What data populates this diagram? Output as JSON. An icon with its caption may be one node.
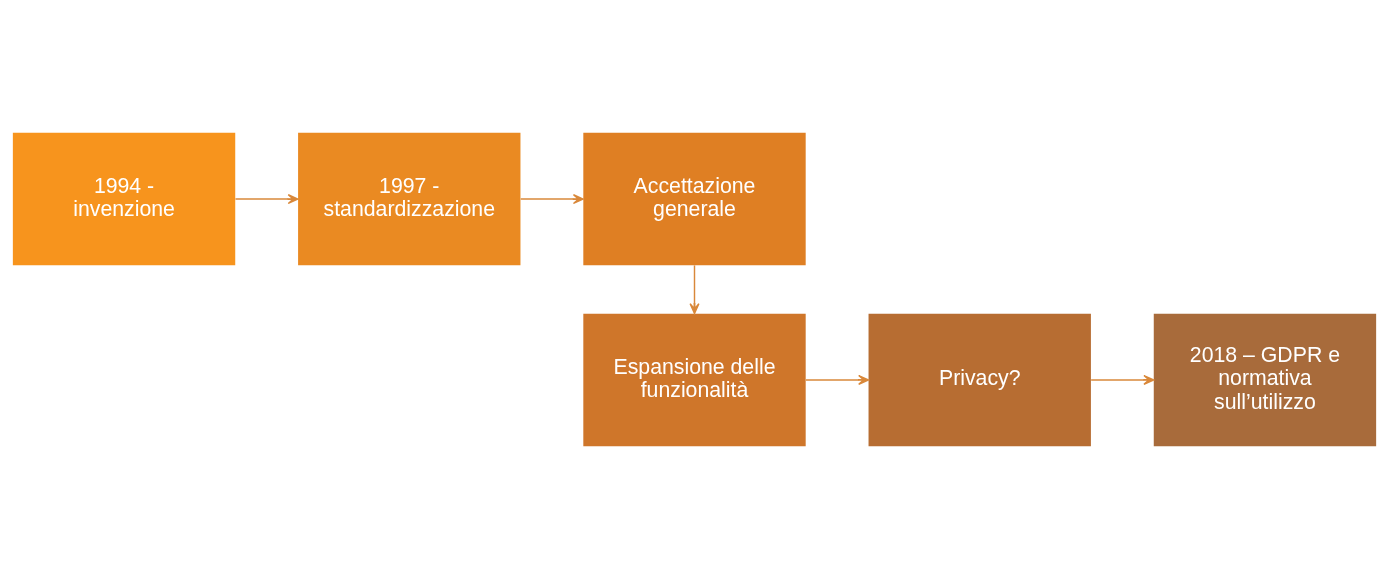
{
  "diagram": {
    "nodes": [
      {
        "text": [
          "1994 - invenzione"
        ]
      },
      {
        "text": [
          "1997 - standardizzazione"
        ]
      },
      {
        "text": [
          "Accettazione generale"
        ]
      },
      {
        "text": [
          "Espansione delle funzionalità"
        ]
      },
      {
        "text": [
          "Privacy?"
        ]
      },
      {
        "text": [
          "2018 – GDPR e normativa sull’utilizzo"
        ]
      }
    ],
    "edges": [
      {
        "from": 0,
        "to": 1,
        "arrow": "to"
      },
      {
        "from": 1,
        "to": 2,
        "arrow": "to"
      },
      {
        "from": 2,
        "to": 3,
        "arrow": "to"
      },
      {
        "from": 3,
        "to": 4,
        "arrow": "to"
      },
      {
        "from": 4,
        "to": 5,
        "arrow": "to"
      }
    ]
  }
}
